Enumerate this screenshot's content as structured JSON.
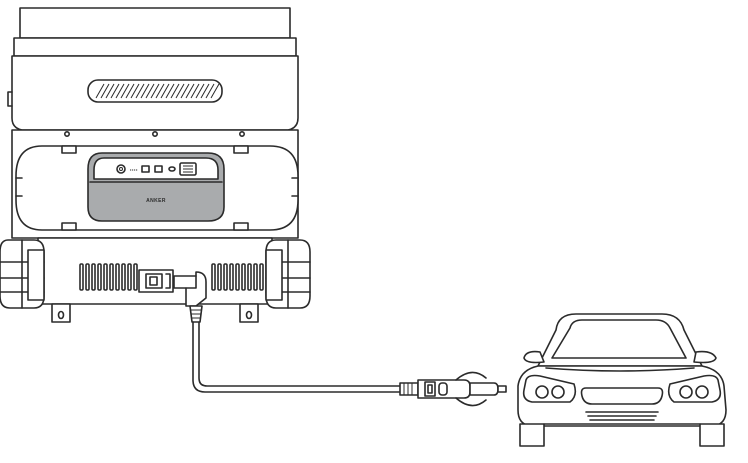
{
  "brand_label": "ANKER",
  "colors": {
    "line": "#2b2b2b",
    "background": "#ffffff",
    "power_station_body": "#a9abad"
  },
  "components": {
    "cart_enclosure": "cart-enclosure",
    "power_station": "power-station",
    "cable": "car-charging-cable",
    "plug": "cigarette-lighter-plug",
    "vehicle": "car"
  }
}
